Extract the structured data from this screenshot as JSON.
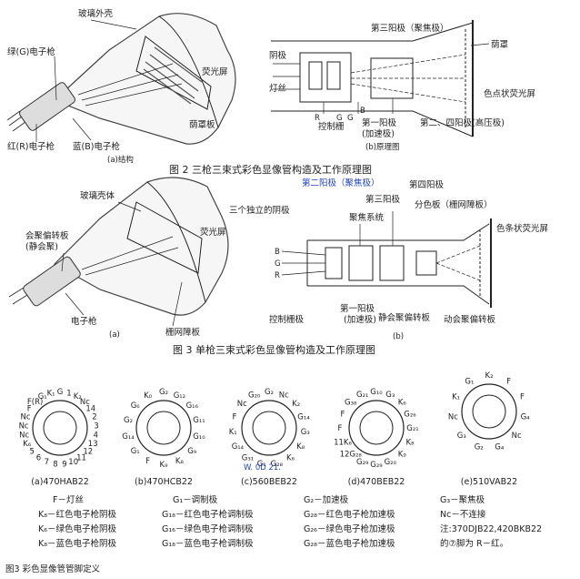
{
  "fig2": {
    "caption": "图 2  三枪三束式彩色显像管构造及工作原理图",
    "a": {
      "glass": "玻璃外壳",
      "green_gun": "绿(G)电子枪",
      "red_gun": "红(R)电子枪",
      "blue_gun": "蓝(B)电子枪",
      "screen": "荧光屏",
      "mask": "荫罩板",
      "sub": "(a)结构"
    },
    "b": {
      "anode3": "第三阳极（聚焦极）",
      "cathode": "阴极",
      "filament": "灯丝",
      "shadow_mask": "荫罩",
      "phosphor": "色点状荧光屏",
      "control": "控制栅",
      "anode1": "第一阳极",
      "accel": "(加速极)",
      "anode24": "第二、四阳极(高压极)",
      "sub": "(b)原理图",
      "k": [
        "R",
        "G",
        "B"
      ],
      "g": [
        "R",
        "G",
        "B",
        "G"
      ]
    }
  },
  "fig3": {
    "caption": "图 3  单枪三束式彩色显像管构造及工作原理图",
    "a": {
      "glass": "玻璃壳体",
      "conv_yoke": "会聚偏转板",
      "conv_yoke2": "(静会聚)",
      "screen": "荧光屏",
      "gun": "电子枪",
      "grille": "栅网障板",
      "sub": "(a)"
    },
    "b": {
      "anode2": "第二阳极（聚焦极）",
      "anode4": "第四阳极",
      "anode3": "第三阳极",
      "three_cathodes": "三个独立的阴极",
      "lens": "聚焦系统",
      "aperture": "分色板（栅网障板）",
      "stripe": "色条状荧光屏",
      "control": "控制栅极",
      "anode1": "第一阳极",
      "accel": "(加速极)",
      "static_conv": "静会聚偏转板",
      "dyn_conv": "动会聚偏转板",
      "sub": "(b)",
      "beams": [
        "B",
        "G",
        "R"
      ]
    }
  },
  "sockets": [
    {
      "sub": "(a)470HAB22",
      "pins": [
        "G",
        "1",
        "K₂",
        "Nc",
        "14",
        "2",
        "3",
        "4",
        "13",
        "12",
        "11",
        "10",
        "9",
        "8",
        "7",
        "6",
        "5",
        "K₆",
        "Nc",
        "Nc",
        "Nc",
        "F",
        "F(R)",
        "G₁",
        "K₁"
      ]
    },
    {
      "sub": "(b)470HCB22",
      "pins": [
        "G₂",
        "G₁₂",
        "G₁₆",
        "G₁₁",
        "G₁₀",
        "G₉",
        "K₈",
        "K₉",
        "F",
        "G₁",
        "G₁₄",
        "G₂",
        "G₆",
        "K₀"
      ]
    },
    {
      "sub": "(c)560BEB22",
      "pins": [
        "G₂",
        "Nc",
        "K₂",
        "G₁₄",
        "G₃",
        "K₈",
        "K₆",
        "G₂₈",
        "G₁",
        "G₃₁",
        "G₁₄",
        "K₁",
        "F",
        "Nc",
        "G₂₀"
      ]
    },
    {
      "sub": "(d)470BEB22",
      "pins": [
        "G₁₀",
        "G₃",
        "K₆",
        "G₂₆",
        "G₂₁",
        "K₈",
        "K₉",
        "G₂₀",
        "G₂₉",
        "G₂₉",
        "12G₂₈",
        "11K₆",
        "F",
        "F",
        "G₃₈",
        "G₂₁"
      ]
    },
    {
      "sub": "(e)510VAB22",
      "pins": [
        "K₂",
        "F",
        "F",
        "G₄",
        "Nc",
        "G₄",
        "G₂",
        "G₃",
        "Nc",
        "K₁",
        "G₁"
      ]
    }
  ],
  "watermark": "W. 0D 21.",
  "legend": [
    [
      "F－灯丝",
      "G₁－调制极",
      "G₂－加速极",
      "G₃－聚焦极"
    ],
    [
      "K₈－红色电子枪阴极",
      "G₁₈－红色电子枪调制极",
      "G₂₈－红色电子枪加速极",
      "Nc－不连接"
    ],
    [
      "K₆－绿色电子枪阴极",
      "G₁₆－绿色电子枪调制极",
      "G₂₆－绿色电子枪加速极",
      "注:370DJB22,420BKB22"
    ],
    [
      "K₈－蓝色电子枪阴极",
      "G₁₈－蓝色电子枪调制极",
      "G₂₈－蓝色电子枪加速极",
      "的⑦脚为 R－红。"
    ]
  ],
  "page_caption": "图3   彩色显像管管脚定义"
}
